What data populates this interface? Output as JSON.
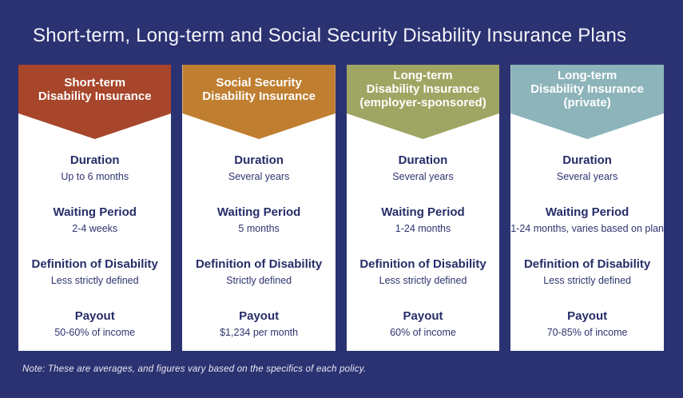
{
  "title": "Short-term, Long-term and Social Security Disability Insurance Plans",
  "note": "Note: These are averages, and figures vary based on the specifics of each policy.",
  "colors": {
    "background": "#2B3272",
    "card_background": "#FFFFFF",
    "header_text": "#FFFFFF",
    "body_text": "#272D68",
    "plan_red": "#A7462B",
    "plan_orange": "#BF7E30",
    "plan_olive": "#9FA562",
    "plan_teal": "#8CB4BA"
  },
  "plans": [
    {
      "name": "Short-term\nDisability Insurance",
      "header_color": "#A7462B",
      "sections": [
        {
          "label": "Duration",
          "value": "Up to 6 months"
        },
        {
          "label": "Waiting Period",
          "value": "2-4 weeks"
        },
        {
          "label": "Definition of Disability",
          "value": "Less strictly defined"
        },
        {
          "label": "Payout",
          "value": "50-60% of income"
        }
      ]
    },
    {
      "name": "Social Security\nDisability Insurance",
      "header_color": "#BF7E30",
      "sections": [
        {
          "label": "Duration",
          "value": "Several years"
        },
        {
          "label": "Waiting Period",
          "value": "5 months"
        },
        {
          "label": "Definition of Disability",
          "value": "Strictly defined"
        },
        {
          "label": "Payout",
          "value": "$1,234 per month"
        }
      ]
    },
    {
      "name": "Long-term\nDisability Insurance\n(employer-sponsored)",
      "header_color": "#9FA562",
      "sections": [
        {
          "label": "Duration",
          "value": "Several years"
        },
        {
          "label": "Waiting Period",
          "value": "1-24 months"
        },
        {
          "label": "Definition of Disability",
          "value": "Less strictly defined"
        },
        {
          "label": "Payout",
          "value": "60% of income"
        }
      ]
    },
    {
      "name": "Long-term\nDisability Insurance\n(private)",
      "header_color": "#8CB4BA",
      "sections": [
        {
          "label": "Duration",
          "value": "Several years"
        },
        {
          "label": "Waiting Period",
          "value": "1-24 months, varies based on plan"
        },
        {
          "label": "Definition of Disability",
          "value": "Less strictly defined"
        },
        {
          "label": "Payout",
          "value": "70-85% of income"
        }
      ]
    }
  ]
}
